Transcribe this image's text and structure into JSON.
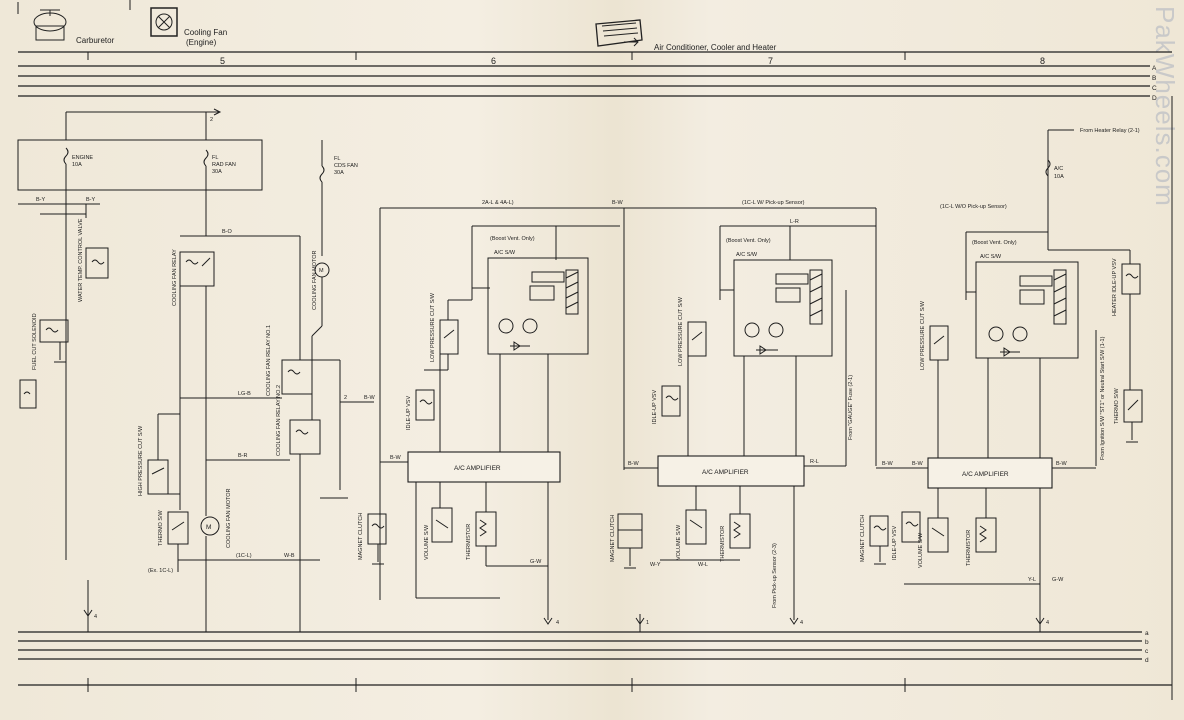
{
  "header": {
    "carburetor_label": "Carburetor",
    "cooling_fan_label_1": "Cooling Fan",
    "cooling_fan_label_2": "(Engine)",
    "ac_label": "Air Conditioner, Cooler and Heater",
    "columns": [
      "5",
      "6",
      "7",
      "8"
    ]
  },
  "bus_letters_top": [
    "A",
    "B",
    "C",
    "D"
  ],
  "bus_letters_bottom": [
    "a",
    "b",
    "c",
    "d"
  ],
  "watermark": "PakWheels.com",
  "labels": {
    "engine_fuse": [
      "ENGINE",
      "10A"
    ],
    "fl_rad_fan": [
      "FL",
      "RAD FAN",
      "30A"
    ],
    "fl_cds_fan": [
      "FL",
      "CDS FAN",
      "30A"
    ],
    "ac_fuse": [
      "A/C",
      "10A"
    ],
    "from_heater_relay": "From Heater Relay (2-1)",
    "cooling_fan_relay": "COOLING FAN RELAY",
    "cooling_fan_motor_top": "COOLING FAN MOTOR",
    "cooling_fan_relay_no1": "COOLING FAN RELAY NO.1",
    "cooling_fan_relay_no2": "COOLING FAN RELAY NO.2",
    "high_pressure_sw": "HIGH PRESSURE CUT S/W",
    "thermo_sw": "THERMO S/W",
    "cooling_fan_motor": "COOLING FAN MOTOR",
    "fuel_cut_solenoid": "FUEL CUT SOLENOID",
    "water_temp_valve": "WATER TEMP. CONTROL VALVE",
    "ac_amplifier": "A/C AMPLIFIER",
    "ac_sw": "A/C S/W",
    "boost_vent": "(Boost Vent. Only)",
    "low_pressure_sw": "LOW PRESSURE CUT S/W",
    "idle_up_vsv": "IDLE-UP VSV",
    "magnet_clutch": "MAGNET CLUTCH",
    "volume_sw": "VOLUME S/W",
    "thermistor": "THERMISTOR",
    "heater_idle_up_vsv": "HEATER IDLE-UP VSV",
    "thermo_sw_right": "THERMO S/W",
    "sec_6_title": "2A-L & 4A-L)",
    "sec_7_title": "(1C-L W/ Pick-up Sensor)",
    "sec_8_title": "(1C-L W/O Pick-up Sensor)",
    "from_gauge_fuse": "From \"GAUGE\" Fuse (2-1)",
    "from_pickup_sensor": "From Pick-up Sensor (2-3)",
    "from_ignition_sw": "From Ignition S/W \"ST1\" or Neutral Start S/W (1-1)",
    "ex_1cl": "(Ex. 1C-L)",
    "only_1cl": "(1C-L)"
  }
}
